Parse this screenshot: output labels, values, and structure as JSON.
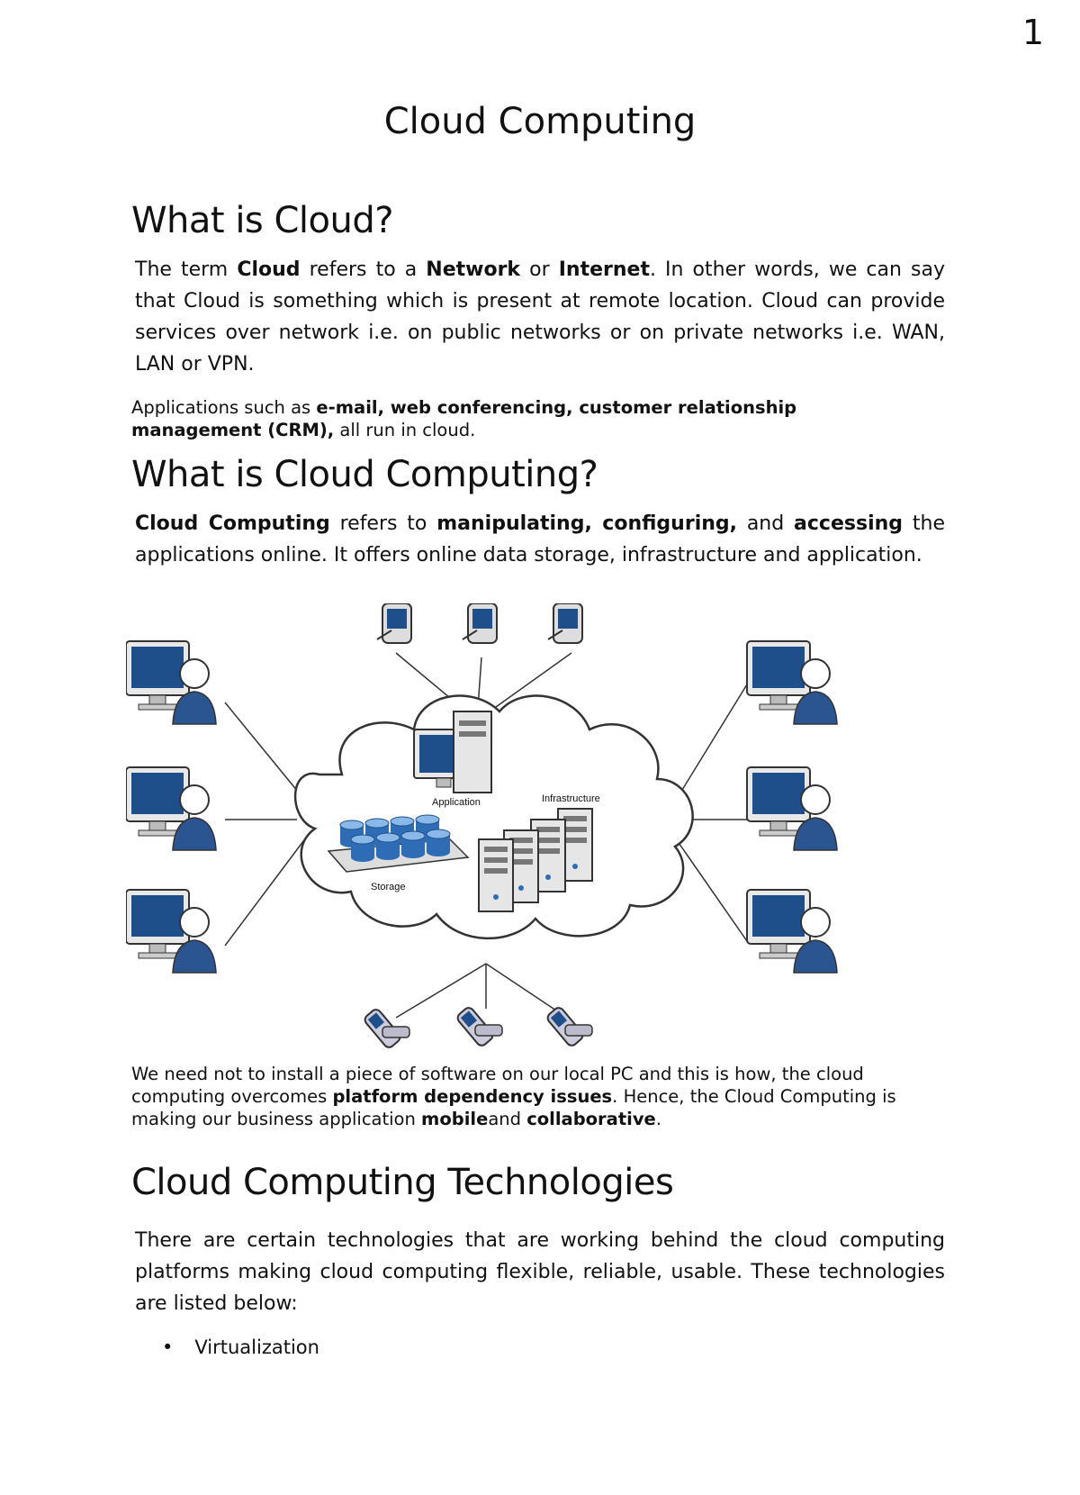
{
  "page_number": "1",
  "title": "Cloud Computing",
  "sections": [
    {
      "heading": "What is Cloud?",
      "p1": {
        "t1": "The term ",
        "b1": "Cloud",
        "t2": " refers to a ",
        "b2": "Network",
        "t3": " or ",
        "b3": "Internet",
        "t4": ". In other words, we can say that Cloud is something which is present at remote location. Cloud can provide services over network i.e. on public networks or on private networks i.e. WAN, LAN or VPN."
      },
      "p2": {
        "t1": "Applications such as ",
        "b1": "e-mail, web conferencing, customer relationship management (CRM),",
        "t2": " all run in cloud."
      }
    },
    {
      "heading": "What is Cloud Computing?",
      "p1": {
        "b1": "Cloud Computing",
        "t1": " refers to ",
        "b2": "manipulating, configuring,",
        "t2": " and ",
        "b3": "accessing",
        "t3": " the applications online. It offers online data storage, infrastructure and application."
      },
      "p2": {
        "t1": "We need not to install a piece of software on our local PC and this is how, the cloud computing overcomes ",
        "b1": "platform dependency issues",
        "t2": ". Hence, the Cloud Computing is making our business application ",
        "b2": "mobile",
        "t3": "and ",
        "b3": "collaborative",
        "t4": "."
      }
    },
    {
      "heading": "Cloud Computing Technologies",
      "p1": "There are certain technologies that are working behind the cloud computing platforms making cloud computing flexible, reliable, usable. These technologies are listed below:",
      "bullets": [
        "Virtualization"
      ]
    }
  ],
  "diagram": {
    "labels": {
      "application": "Application",
      "infrastructure": "Infrastructure",
      "storage": "Storage"
    },
    "colors": {
      "screen": "#1f4f8a",
      "person": "#2a5590",
      "cylinder": "#2e6db5",
      "stroke": "#333333"
    }
  }
}
